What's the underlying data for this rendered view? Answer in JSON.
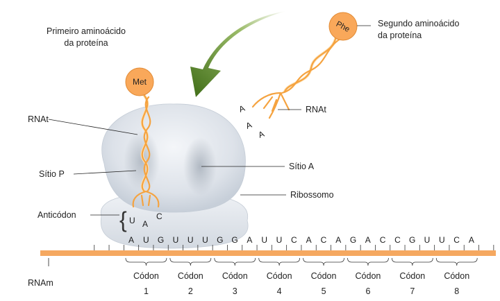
{
  "labels": {
    "first_amino_acid": [
      "Primeiro aminoácido",
      "da proteína"
    ],
    "second_amino_acid": [
      "Segundo aminoácido",
      "da proteína"
    ],
    "trna_left": "RNAt",
    "trna_right": "RNAt",
    "p_site": "Sítio P",
    "a_site": "Sítio A",
    "ribosome": "Ribossomo",
    "anticodon": "Anticódon",
    "mrna": "RNAm"
  },
  "amino_acids": {
    "met": "Met",
    "phe": "Phe"
  },
  "anticodon_left": [
    "U",
    "A",
    "C"
  ],
  "anticodon_right": [
    "A",
    "A",
    "A"
  ],
  "mrna_sequence": [
    "A",
    "U",
    "G",
    "U",
    "U",
    "U",
    "G",
    "G",
    "A",
    "U",
    "U",
    "C",
    "A",
    "C",
    "A",
    "G",
    "A",
    "C",
    "C",
    "G",
    "U",
    "U",
    "C",
    "A"
  ],
  "codons": [
    {
      "label": "Códon",
      "number": "1"
    },
    {
      "label": "Códon",
      "number": "2"
    },
    {
      "label": "Códon",
      "number": "3"
    },
    {
      "label": "Códon",
      "number": "4"
    },
    {
      "label": "Códon",
      "number": "5"
    },
    {
      "label": "Códon",
      "number": "6"
    },
    {
      "label": "Códon",
      "number": "7"
    },
    {
      "label": "Códon",
      "number": "8"
    }
  ],
  "colors": {
    "amino_fill": "#f9a85a",
    "trna": "#f5a340",
    "mrna": "#f5a860",
    "ribosome": "#dde3ea",
    "arrow": "#4a7a1f"
  }
}
